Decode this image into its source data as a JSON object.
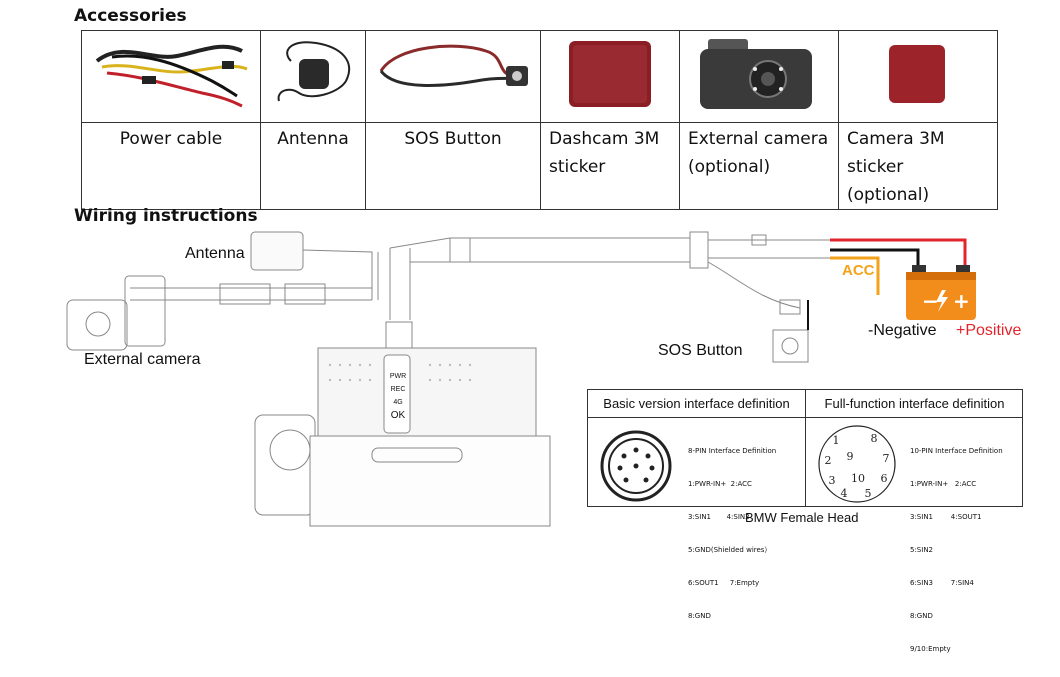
{
  "accessories": {
    "heading": "Accessories",
    "items": [
      {
        "icon": "power-cable-photo",
        "label": "Power cable"
      },
      {
        "icon": "antenna-photo",
        "label": "Antenna"
      },
      {
        "icon": "sos-button-photo",
        "label": "SOS Button"
      },
      {
        "icon": "dashcam-sticker-photo",
        "label_line1": "Dashcam 3M",
        "label_line2": "sticker"
      },
      {
        "icon": "external-camera-photo",
        "label_line1": "External camera",
        "label_line2": "(optional)"
      },
      {
        "icon": "camera-sticker-photo",
        "label_line1": "Camera 3M",
        "label_line2": "sticker (optional)"
      }
    ]
  },
  "wiring": {
    "heading": "Wiring instructions",
    "antenna": "Antenna",
    "external_camera": "External camera",
    "sos_button": "SOS Button",
    "acc": "ACC",
    "negative": "-Negative",
    "positive": "+Positive",
    "device_buttons": [
      "PWR",
      "REC",
      "4G",
      "OK"
    ]
  },
  "interface": {
    "basic_title": "Basic version interface definition",
    "full_title": "Full-function interface definition",
    "basic_pins": [
      "8-PIN Interface Definition",
      "1:PWR-IN+  2:ACC",
      "3:SIN1       4:SIN2",
      "5:GND(Shielded wires）",
      "6:SOUT1     7:Empty",
      "8:GND"
    ],
    "full_pins": [
      "10-PIN Interface Definition",
      "1:PWR-IN+   2:ACC",
      "3:SIN1        4:SOUT1",
      "5:SIN2",
      "6:SIN3        7:SIN4",
      "8:GND",
      "9/10:Empty"
    ],
    "full_pin_numbers": [
      "1",
      "2",
      "3",
      "4",
      "5",
      "6",
      "7",
      "8",
      "9",
      "10"
    ],
    "connector_label": "BMW Female Head"
  },
  "colors": {
    "positive": "#e0252b",
    "acc_wire": "#f3a21a",
    "battery": "#f28c1a"
  }
}
